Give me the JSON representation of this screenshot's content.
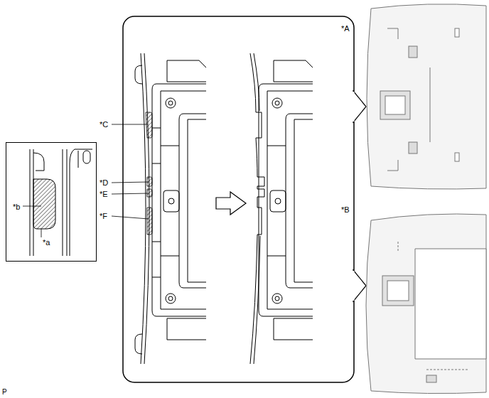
{
  "diagram": {
    "nodes": [
      {
        "text": [
          "*b",
          "*a"
        ]
      }
    ],
    "labels": [
      "*A",
      "*B",
      "*C",
      "*D",
      "*E",
      "*F",
      "P"
    ]
  }
}
